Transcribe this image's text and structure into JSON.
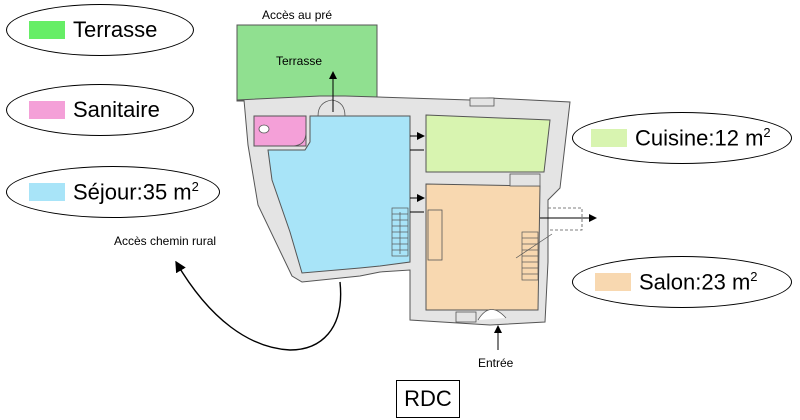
{
  "legend": {
    "terrasse": {
      "label": "Terrasse",
      "color": "#66ee66"
    },
    "sanitaire": {
      "label": "Sanitaire",
      "color": "#f4a0d8"
    },
    "sejour": {
      "label": "Séjour:35 m",
      "sup": "2",
      "color": "#a8e4f8"
    },
    "cuisine": {
      "label": "Cuisine:12 m",
      "sup": "2",
      "color": "#d8f4b0"
    },
    "salon": {
      "label": "Salon:23 m",
      "sup": "2",
      "color": "#f8d8b0"
    }
  },
  "labels": {
    "acces_pre": "Accès au pré",
    "terrasse_room": "Terrasse",
    "acces_chemin": "Accès chemin rural",
    "entree": "Entrée",
    "level": "RDC"
  },
  "colors": {
    "terrasse_fill": "#90e090",
    "sejour_fill": "#a8e4f8",
    "cuisine_fill": "#d8f4b0",
    "salon_fill": "#f8d8b0",
    "sanitaire_fill": "#f4a0d8",
    "wall": "#e4e4e4",
    "line": "#555555"
  }
}
